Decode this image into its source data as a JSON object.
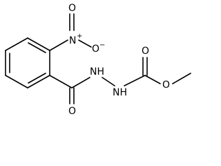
{
  "molecule": {
    "atoms": {
      "nitro_N": "N",
      "nitro_N_charge": "+",
      "nitro_O_double": "O",
      "nitro_O_single": "O",
      "nitro_O_charge": "−",
      "amide_O": "O",
      "hydrazide_NH_1": "NH",
      "hydrazide_NH_2": "NH",
      "carbamate_O_double": "O",
      "ester_O": "O"
    }
  }
}
